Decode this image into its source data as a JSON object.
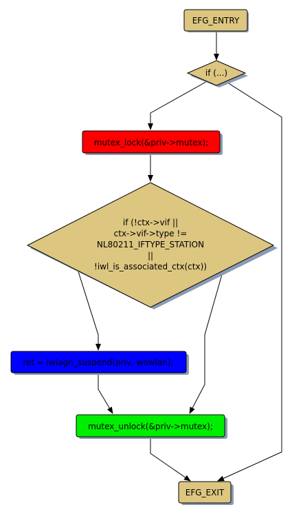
{
  "nodes": {
    "entry": {
      "label": "EFG_ENTRY",
      "color": "#dcc680"
    },
    "if1": {
      "label": "if (...)",
      "color": "#dcc680"
    },
    "lock": {
      "label": "mutex_lock(&priv->mutex);",
      "color": "#ff0000"
    },
    "if2": {
      "lines": [
        "if (!ctx->vif ||",
        "ctx->vif->type !=",
        "NL80211_IFTYPE_STATION",
        "||",
        "!iwl_is_associated_ctx(ctx))"
      ],
      "color": "#dcc680"
    },
    "suspend": {
      "label": "ret = iwlagn_suspend(priv, wowlan);",
      "color": "#0000ff"
    },
    "unlock": {
      "label": "mutex_unlock(&priv->mutex);",
      "color": "#00ee00"
    },
    "exit": {
      "label": "EFG_EXIT",
      "color": "#dcc680"
    }
  },
  "colors": {
    "shadow": "#8a9bb5",
    "edge": "#000000",
    "border": "#000000"
  }
}
